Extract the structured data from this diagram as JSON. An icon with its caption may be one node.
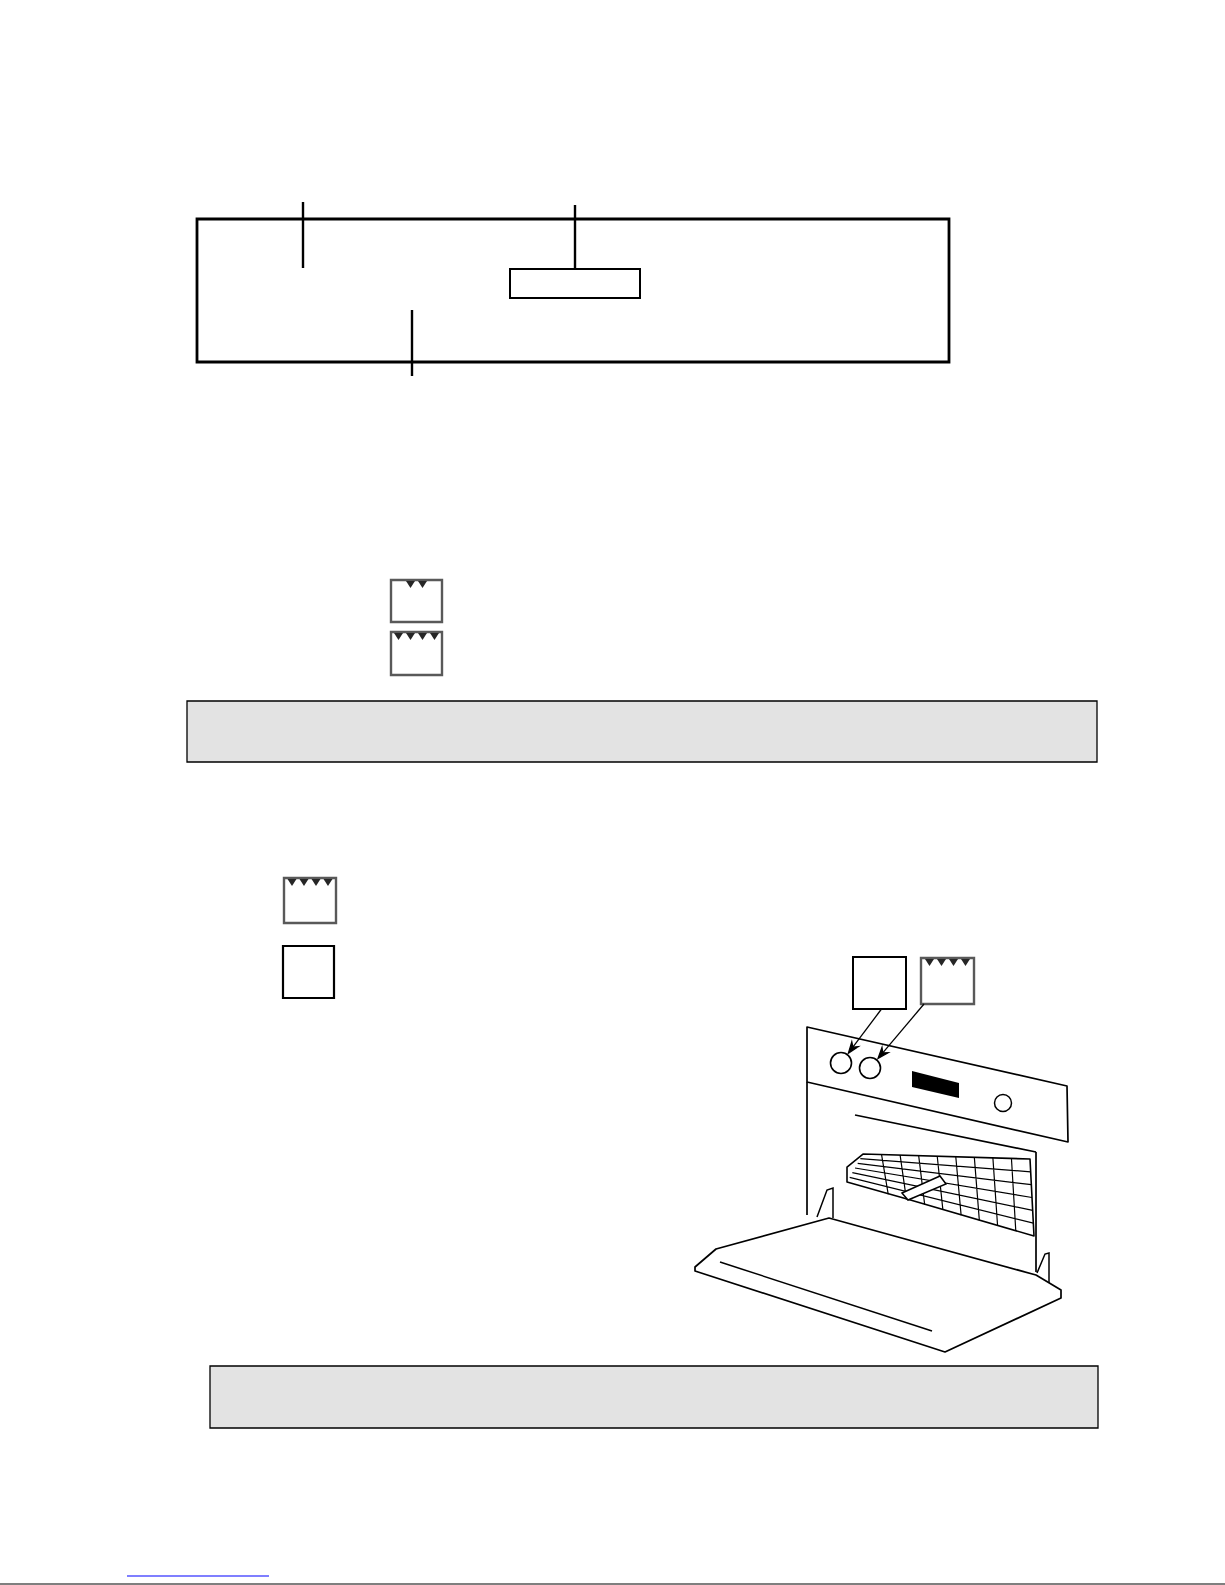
{
  "diagram": {
    "nodes": [
      {
        "text": [],
        "shape": "box"
      },
      {
        "text": [],
        "shape": "box",
        "in": 0
      },
      {
        "text": [],
        "shape": "box"
      },
      {
        "text": [],
        "shape": "box"
      },
      {
        "text": [],
        "shape": "picture"
      },
      {
        "text": [],
        "shape": "circle"
      },
      {
        "text": [],
        "shape": "circle"
      },
      {
        "text": [],
        "shape": "box"
      }
    ],
    "edges": [
      {
        "from": null,
        "to": 0,
        "arrow": "none"
      },
      {
        "from": null,
        "to": 1,
        "arrow": "none"
      },
      {
        "from": null,
        "to": 0,
        "arrow": "none"
      },
      {
        "from": 3,
        "to": 5,
        "arrow": "to"
      },
      {
        "from": 4,
        "to": 6,
        "arrow": "to"
      }
    ]
  }
}
